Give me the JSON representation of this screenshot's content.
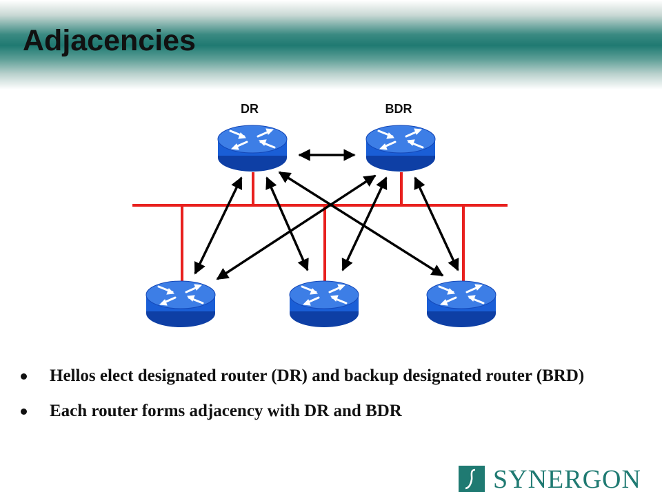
{
  "slide": {
    "title": "Adjacencies"
  },
  "diagram": {
    "labels": {
      "dr": "DR",
      "bdr": "BDR"
    },
    "colors": {
      "router_fill": "#1a5ed6",
      "router_top": "#4a86ee",
      "segment": "#e8201e",
      "arrow": "#000000"
    },
    "icons": [
      "router-icon"
    ]
  },
  "bullets": [
    "Hellos elect designated router (DR) and backup designated router (BRD)",
    "Each router forms adjacency with DR and BDR"
  ],
  "logo": {
    "text": "SYNERGON"
  }
}
